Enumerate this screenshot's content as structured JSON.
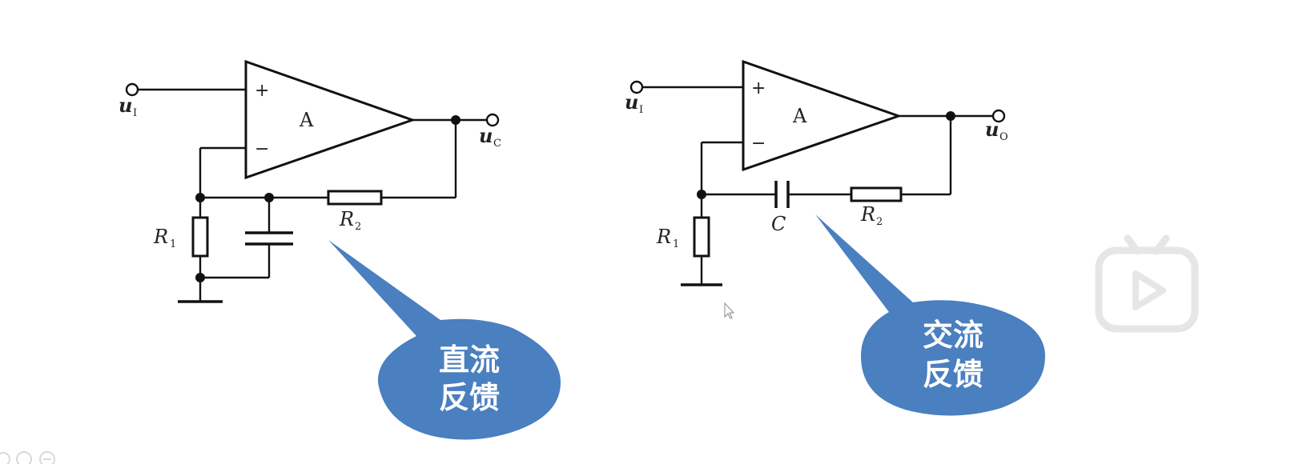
{
  "left_circuit": {
    "input_label": "u",
    "input_sub": "I",
    "output_label": "u",
    "output_sub": "C",
    "amp_label": "A",
    "plus": "+",
    "minus": "−",
    "r1_label": "R",
    "r1_sub": "1",
    "r2_label": "R",
    "r2_sub": "2"
  },
  "right_circuit": {
    "input_label": "u",
    "input_sub": "I",
    "output_label": "u",
    "output_sub": "O",
    "amp_label": "A",
    "plus": "+",
    "minus": "−",
    "r1_label": "R",
    "r1_sub": "1",
    "r2_label": "R",
    "r2_sub": "2",
    "c_label": "C"
  },
  "callouts": {
    "left_line1": "直流",
    "left_line2": "反馈",
    "right_line1": "交流",
    "right_line2": "反馈"
  },
  "colors": {
    "callout_fill": "#4a7fc0",
    "player_icon": "#e6e6e6"
  },
  "icons": {
    "play": "bilibili-play-icon",
    "zoom": "zoom-controls-icon"
  }
}
